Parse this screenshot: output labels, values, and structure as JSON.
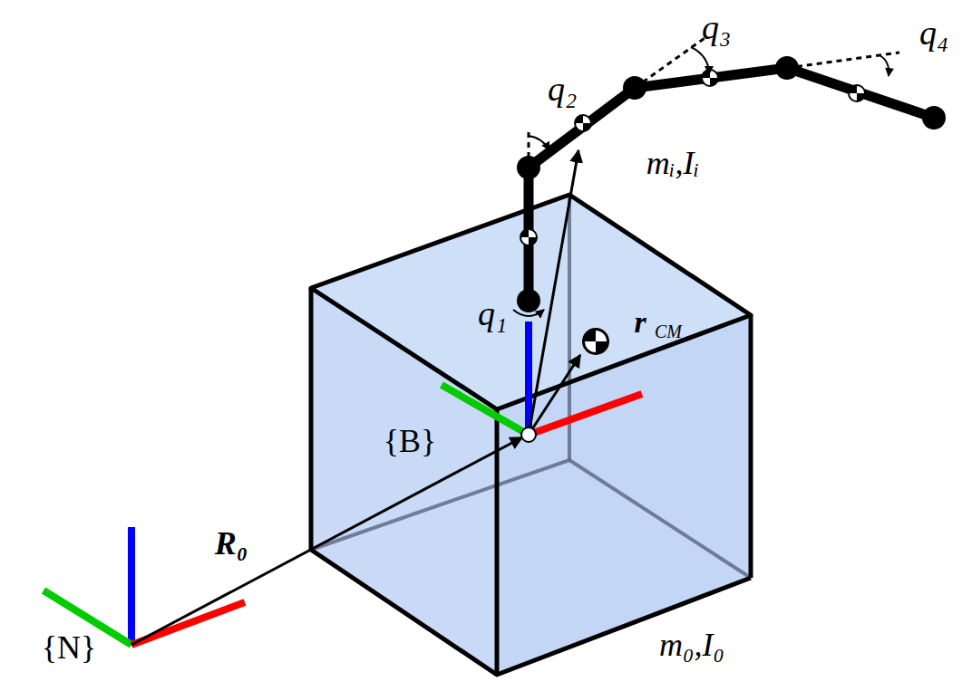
{
  "diagram": {
    "labels": [
      "q₂",
      "q₃",
      "q₄",
      "mᵢ,Iᵢ",
      "q₁",
      "r",
      "CM",
      "{B}",
      "R₀",
      "{N}",
      "m₀,I₀"
    ]
  }
}
